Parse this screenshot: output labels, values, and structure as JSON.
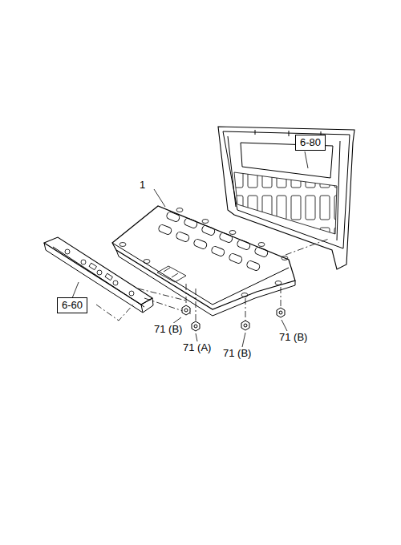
{
  "diagram": {
    "nodes": [
      {
        "text": [
          "6-80"
        ]
      },
      {
        "text": [
          "6-60"
        ]
      }
    ],
    "labels": [
      "1",
      "71 (B)",
      "71 (A)",
      "71 (B)",
      "71 (B)"
    ]
  }
}
